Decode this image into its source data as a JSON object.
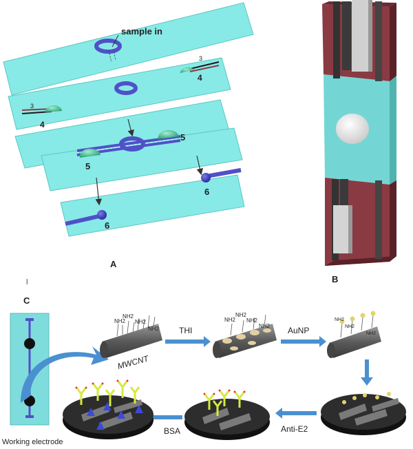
{
  "panels": {
    "a": {
      "label": "A",
      "sample_label": "sample in",
      "markers": {
        "n3": "3",
        "n4": "4",
        "n5": "5",
        "n6": "6"
      }
    },
    "b": {
      "label": "B"
    },
    "c": {
      "label": "C",
      "stray_mark": "l",
      "working_electrode_label": "Working electrode",
      "mwcnt_label": "MWCNT",
      "amine_label": "NH2",
      "steps": [
        "THI",
        "AuNP",
        "Anti-E2",
        "BSA"
      ]
    }
  },
  "colors": {
    "layer": "#87eae6",
    "ring": "#5050c8",
    "electrode_dome": "#3bb88d",
    "board": "#8a3a42",
    "arrow": "#4a90d0",
    "disk": "#2d2d2d",
    "tube": "#6e6e6e",
    "antibody": "#d6ea3a",
    "bsa": "#3a4bd8"
  }
}
